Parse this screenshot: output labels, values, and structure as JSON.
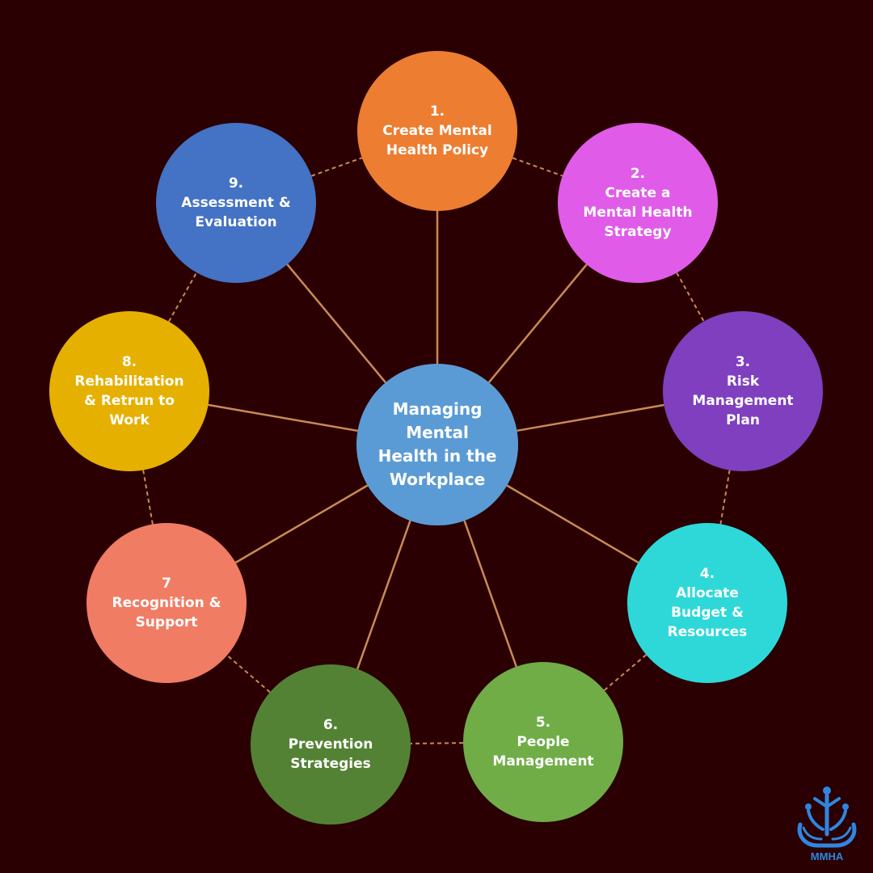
{
  "diagram": {
    "center": {
      "lines": [
        "Managing",
        "Mental",
        "Health in the",
        "Workplace"
      ],
      "color": "#5b9bd5"
    },
    "nodes": [
      {
        "lines": [
          "1.",
          "Create Mental",
          "Health Policy"
        ],
        "color": "#ed7d31"
      },
      {
        "lines": [
          "2.",
          "Create a",
          "Mental Health",
          "Strategy"
        ],
        "color": "#e05ce8"
      },
      {
        "lines": [
          "3.",
          "Risk",
          "Management",
          "Plan"
        ],
        "color": "#7f3fbf"
      },
      {
        "lines": [
          "4.",
          "Allocate",
          "Budget &",
          "Resources"
        ],
        "color": "#2ed8d8"
      },
      {
        "lines": [
          "5.",
          "People",
          "Management"
        ],
        "color": "#70ad47"
      },
      {
        "lines": [
          "6.",
          "Prevention",
          "Strategies"
        ],
        "color": "#548235"
      },
      {
        "lines": [
          "7",
          "Recognition &",
          "Support"
        ],
        "color": "#f07c64"
      },
      {
        "lines": [
          "8.",
          "Rehabilitation",
          "& Retrun to",
          "Work"
        ],
        "color": "#e6b000"
      },
      {
        "lines": [
          "9.",
          "Assessment &",
          "Evaluation"
        ],
        "color": "#4472c4"
      }
    ],
    "connector_color": "#c98a55"
  },
  "logo": {
    "text": "MMHA",
    "color": "#2f86e0",
    "icon": "people-in-hands-icon"
  }
}
